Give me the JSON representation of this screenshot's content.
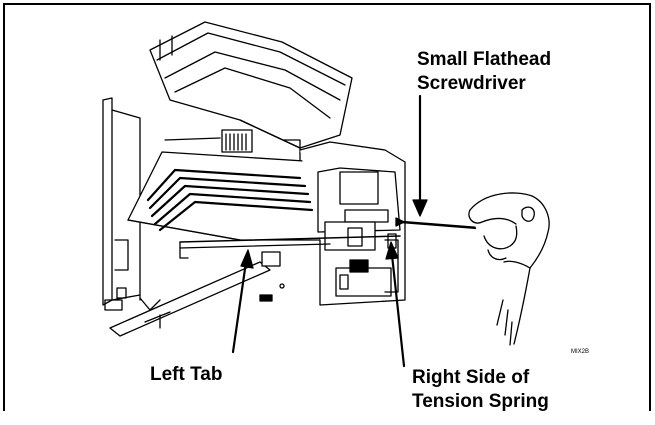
{
  "callouts": {
    "screwdriver_line1": "Small Flathead",
    "screwdriver_line2": "Screwdriver",
    "left_tab": "Left Tab",
    "spring_line1": "Right Side of",
    "spring_line2": "Tension Spring"
  },
  "figure_code": "MIX2B",
  "colors": {
    "ink": "#000000",
    "paper": "#ffffff",
    "shade": "#e8e8e8"
  }
}
